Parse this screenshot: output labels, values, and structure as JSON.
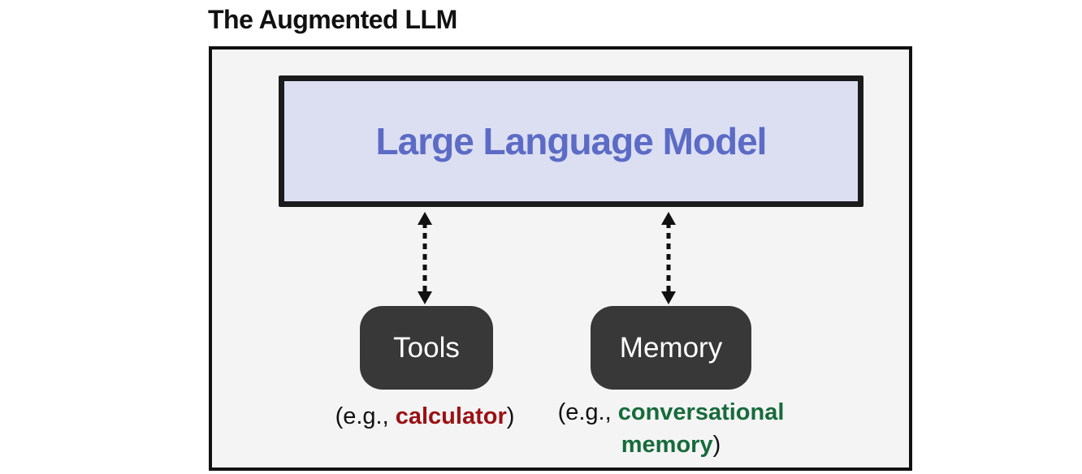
{
  "title": "The Augmented LLM",
  "diagram": {
    "llm": {
      "label": "Large Language Model"
    },
    "nodes": {
      "tools": {
        "label": "Tools"
      },
      "memory": {
        "label": "Memory"
      }
    },
    "captions": {
      "tools": {
        "prefix": "(e.g., ",
        "highlight": "calculator",
        "suffix": ")"
      },
      "memory": {
        "prefix": "(e.g., ",
        "highlight": "conversational memory",
        "suffix": ")"
      }
    },
    "arrows": [
      {
        "name": "llm-tools",
        "style": "dashed",
        "direction": "bidirectional"
      },
      {
        "name": "llm-memory",
        "style": "dashed",
        "direction": "bidirectional"
      }
    ]
  },
  "colors": {
    "ink": "#111111",
    "frame-fill": "#f4f4f5",
    "llm-fill": "#dcdff2",
    "llm-text": "#5c6bc5",
    "node-fill": "#383838",
    "node-text": "#ffffff",
    "tools-highlight": "#9b1113",
    "memory-highlight": "#176b3b"
  }
}
